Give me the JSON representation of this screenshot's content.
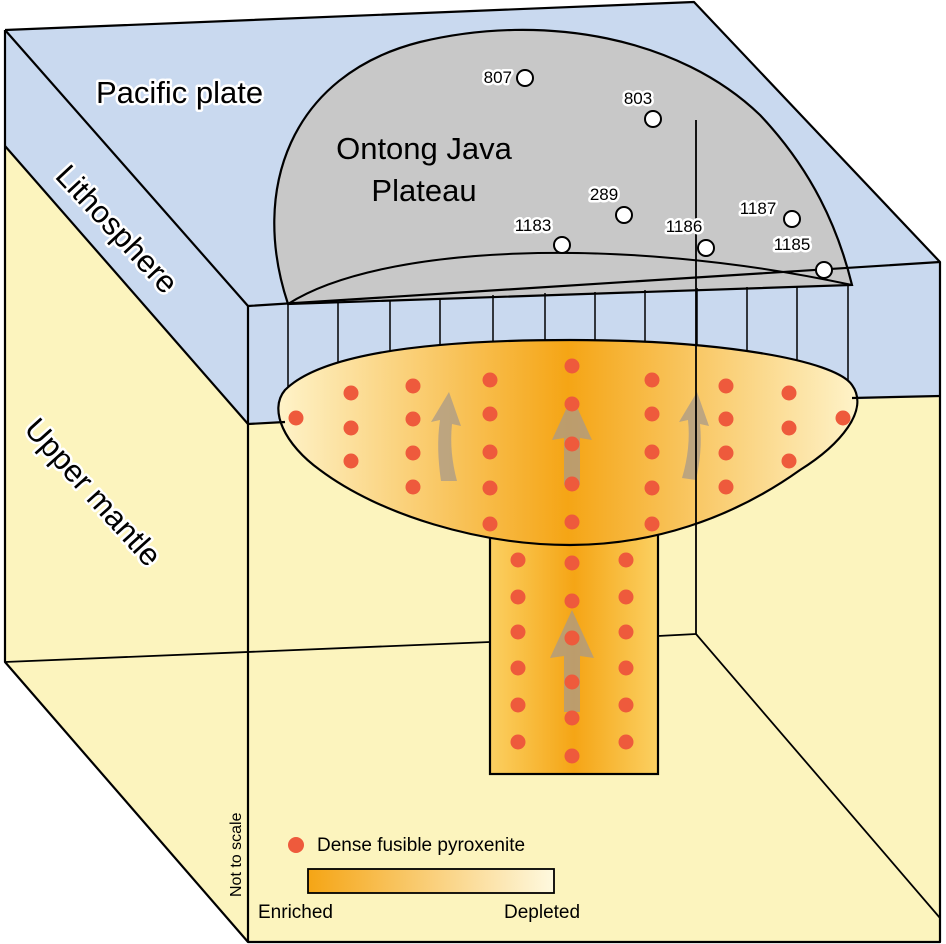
{
  "labels": {
    "pacific_plate": "Pacific plate",
    "plateau_line1": "Ontong Java",
    "plateau_line2": "Plateau",
    "lithosphere": "Lithosphere",
    "upper_mantle": "Upper mantle",
    "not_to_scale": "Not to scale"
  },
  "drill_sites": [
    "807",
    "803",
    "289",
    "1183",
    "1186",
    "1187",
    "1185"
  ],
  "legend": {
    "dot_label": "Dense fusible pyroxenite",
    "gradient_left": "Enriched",
    "gradient_right": "Depleted"
  },
  "colors": {
    "lithosphere": "#c9d9ef",
    "mantle": "#fcf4be",
    "plateau": "#c8c8c8",
    "plume_core": "#f5a515",
    "plume_edge": "#fef3c9",
    "pyroxenite_dot": "#ee5a3c",
    "flow_arrow": "#a89a8a"
  }
}
